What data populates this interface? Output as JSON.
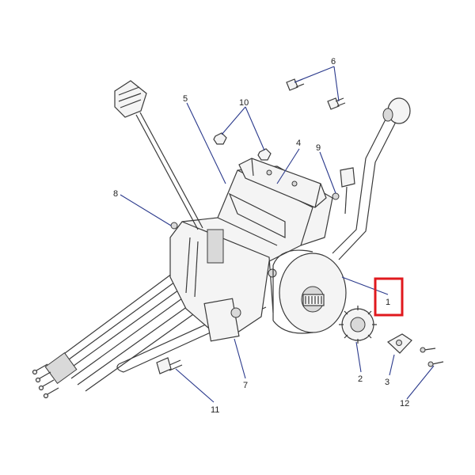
{
  "diagram": {
    "callouts": [
      "1",
      "2",
      "3",
      "4",
      "5",
      "6",
      "7",
      "8",
      "9",
      "10",
      "11",
      "12"
    ],
    "highlighted_callout": "1",
    "colors": {
      "highlight": "#e0191e",
      "leader": "#2b3a8c",
      "line": "#3a3a3a"
    }
  }
}
